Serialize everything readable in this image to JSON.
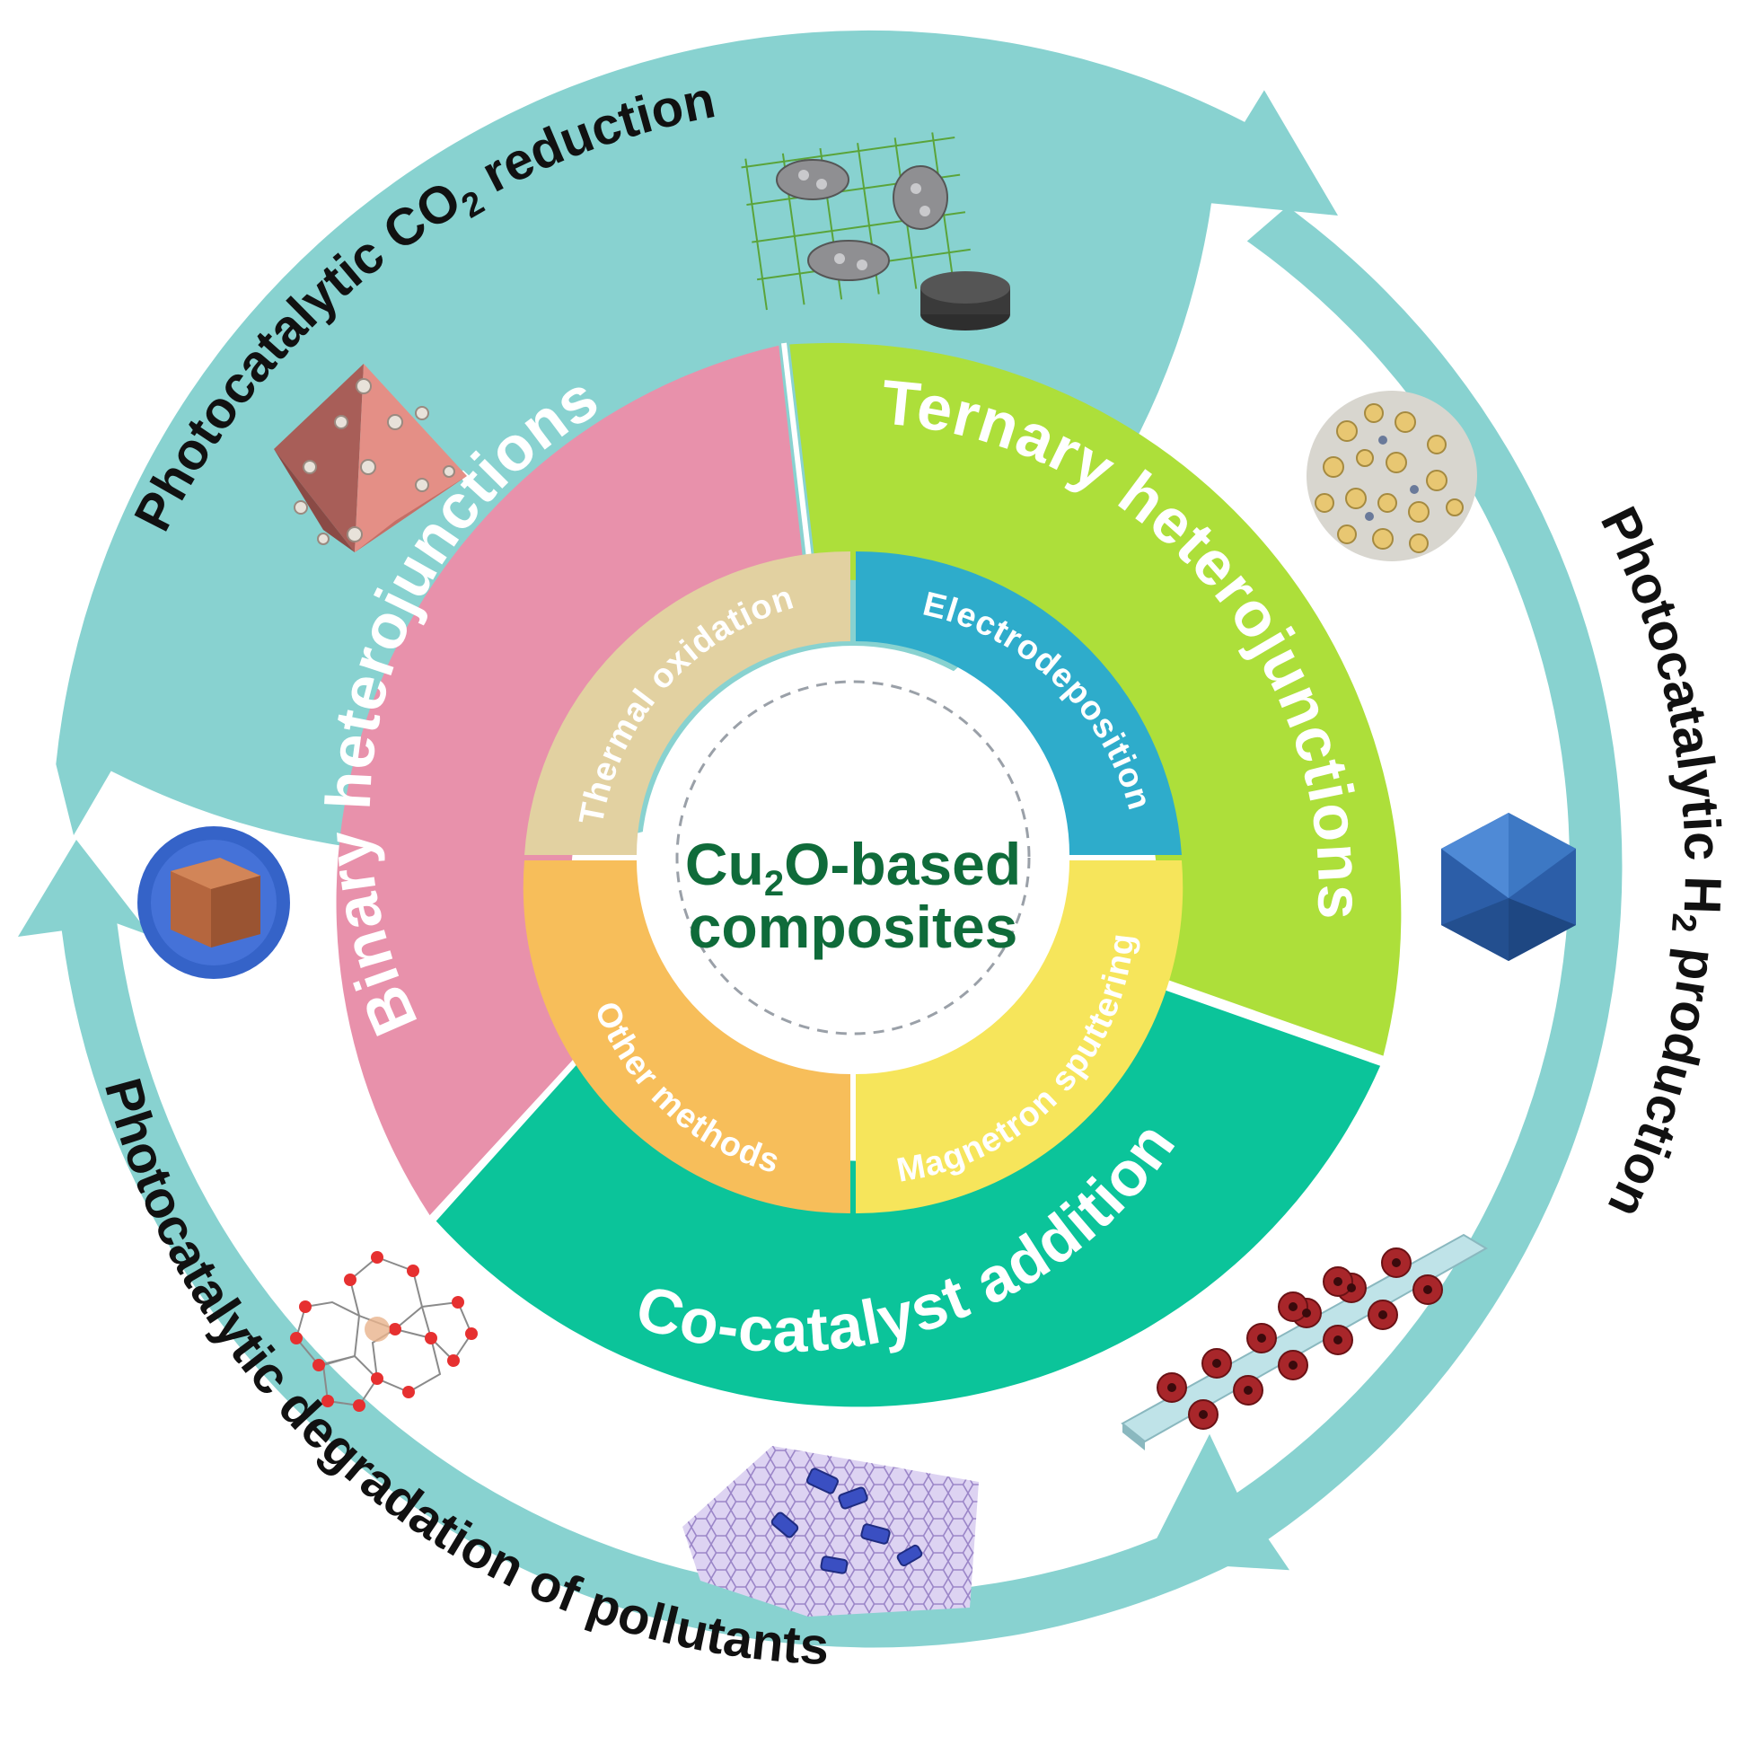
{
  "center": {
    "line1_prefix": "Cu",
    "line1_sub": "2",
    "line1_suffix": "O-based",
    "line2": "composites"
  },
  "strategies": [
    {
      "id": "binary",
      "label": "Binary heterojunctions",
      "color": "#e891ab"
    },
    {
      "id": "ternary",
      "label": "Ternary heterojunctions",
      "color": "#addf3a"
    },
    {
      "id": "cocatalyst",
      "label": "Co-catalyst addition",
      "color": "#0bc49a"
    }
  ],
  "methods": [
    {
      "id": "thermal",
      "label": "Thermal oxidation",
      "color": "#e2d1a1"
    },
    {
      "id": "electro",
      "label": "Electrodeposition",
      "color": "#2eaccb"
    },
    {
      "id": "magnetron",
      "label": "Magnetron sputtering",
      "color": "#f6e55b"
    },
    {
      "id": "other",
      "label": "Other methods",
      "color": "#f7be5a"
    }
  ],
  "applications": [
    {
      "id": "co2",
      "prefix": "Photocatalytic CO",
      "sub": "2",
      "suffix": "  reduction"
    },
    {
      "id": "h2",
      "prefix": "Photocatalytic H",
      "sub": "2",
      "suffix": " production"
    },
    {
      "id": "pollutants",
      "prefix": "Photocatalytic degradation of pollutants",
      "sub": "",
      "suffix": ""
    }
  ],
  "illustrations": [
    {
      "id": "octahedron",
      "icon": "octahedron-particle-icon"
    },
    {
      "id": "mesh",
      "icon": "graphene-mesh-icon"
    },
    {
      "id": "disk",
      "icon": "dark-disk-icon"
    },
    {
      "id": "cluster",
      "icon": "nanoparticle-cluster-icon"
    },
    {
      "id": "hexagon",
      "icon": "hexagonal-crystal-icon"
    },
    {
      "id": "coreshell",
      "icon": "core-shell-cube-icon"
    },
    {
      "id": "framework",
      "icon": "molecular-framework-icon"
    },
    {
      "id": "array",
      "icon": "nanodisk-array-icon"
    },
    {
      "id": "sheet",
      "icon": "nanosheet-icon"
    }
  ],
  "colors": {
    "arrow": "#88d2d0",
    "arrow_dark": "#6ec3c2",
    "center_text": "#0f6b3a",
    "app_text": "#111111"
  }
}
